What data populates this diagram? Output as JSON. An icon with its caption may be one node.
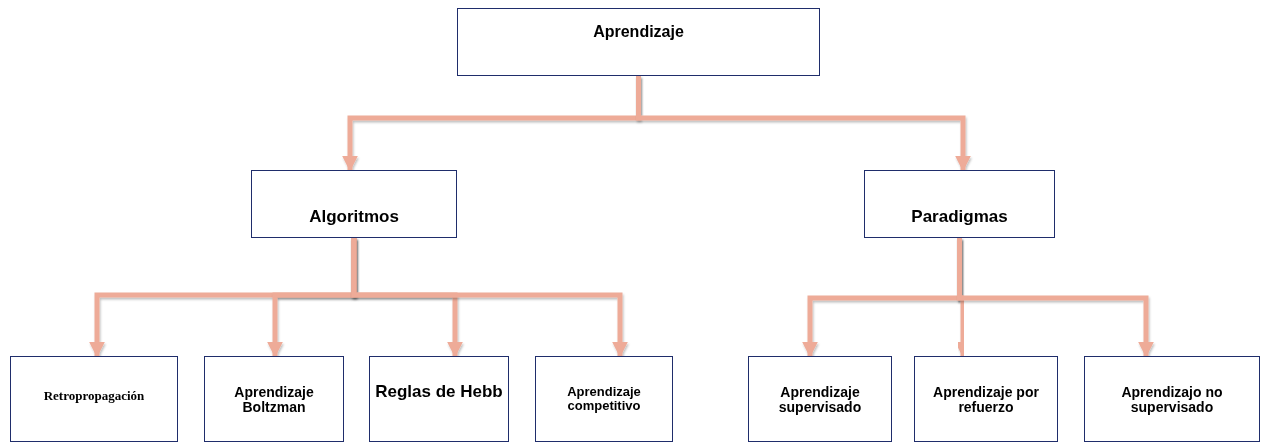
{
  "diagram": {
    "nodes": [
      {
        "text": [
          "Aprendizaje"
        ]
      },
      {
        "text": [
          "Algoritmos"
        ]
      },
      {
        "text": [
          "Paradigmas"
        ]
      },
      {
        "text": [
          "Retropropagación"
        ]
      },
      {
        "text": [
          "Aprendizaje Boltzman"
        ]
      },
      {
        "text": [
          "Reglas de Hebb"
        ]
      },
      {
        "text": [
          "Aprendizaje competitivo"
        ]
      },
      {
        "text": [
          "Aprendizaje supervisado"
        ]
      },
      {
        "text": [
          "Aprendizaje por refuerzo"
        ]
      },
      {
        "text": [
          "Aprendizajo no supervisado"
        ]
      }
    ],
    "edges": [
      {
        "from": 0,
        "to": 1,
        "arrow": "to"
      },
      {
        "from": 0,
        "to": 2,
        "arrow": "to"
      },
      {
        "from": 1,
        "to": 3,
        "arrow": "to"
      },
      {
        "from": 1,
        "to": 4,
        "arrow": "to"
      },
      {
        "from": 1,
        "to": 5,
        "arrow": "to"
      },
      {
        "from": 1,
        "to": 6,
        "arrow": "to"
      },
      {
        "from": 2,
        "to": 7,
        "arrow": "to"
      },
      {
        "from": 2,
        "to": 8,
        "arrow": "to"
      },
      {
        "from": 2,
        "to": 9,
        "arrow": "to"
      }
    ]
  }
}
